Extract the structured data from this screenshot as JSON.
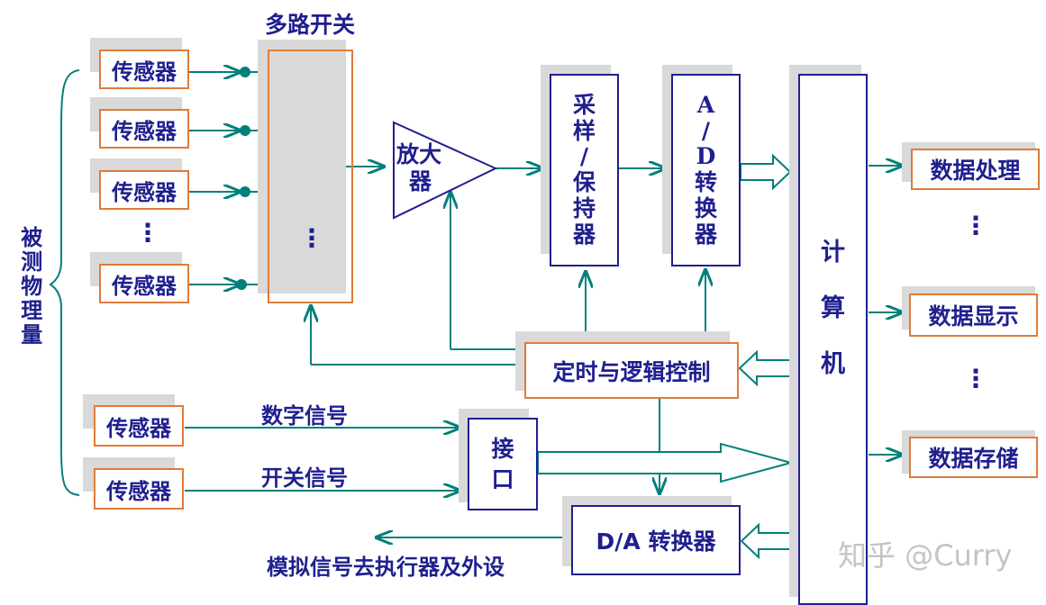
{
  "measured_quantity_label": "被测物理量",
  "multiplexer_label": "多路开关",
  "sensor_label": "传感器",
  "ellipsis": "⋮",
  "amplifier_line1": "放大",
  "amplifier_line2": "器",
  "sample_hold_chars": [
    "采",
    "样",
    "/",
    "保",
    "持",
    "器"
  ],
  "ad_converter_chars": [
    "A",
    "/",
    "D",
    "转",
    "换",
    "器"
  ],
  "computer_chars": [
    "计",
    "算",
    "机"
  ],
  "timing_control_label": "定时与逻辑控制",
  "interface_chars": [
    "接",
    "口"
  ],
  "da_converter_label": "D/A 转换器",
  "digital_signal_label": "数字信号",
  "switch_signal_label": "开关信号",
  "analog_output_label": "模拟信号去执行器及外设",
  "outputs": [
    "数据处理",
    "数据显示",
    "数据存储"
  ],
  "watermark": "知乎 @Curry",
  "colors": {
    "line": "#00807a",
    "text": "#1f1f8f",
    "orange": "#e07b39",
    "shadow": "#d9d9d9"
  }
}
